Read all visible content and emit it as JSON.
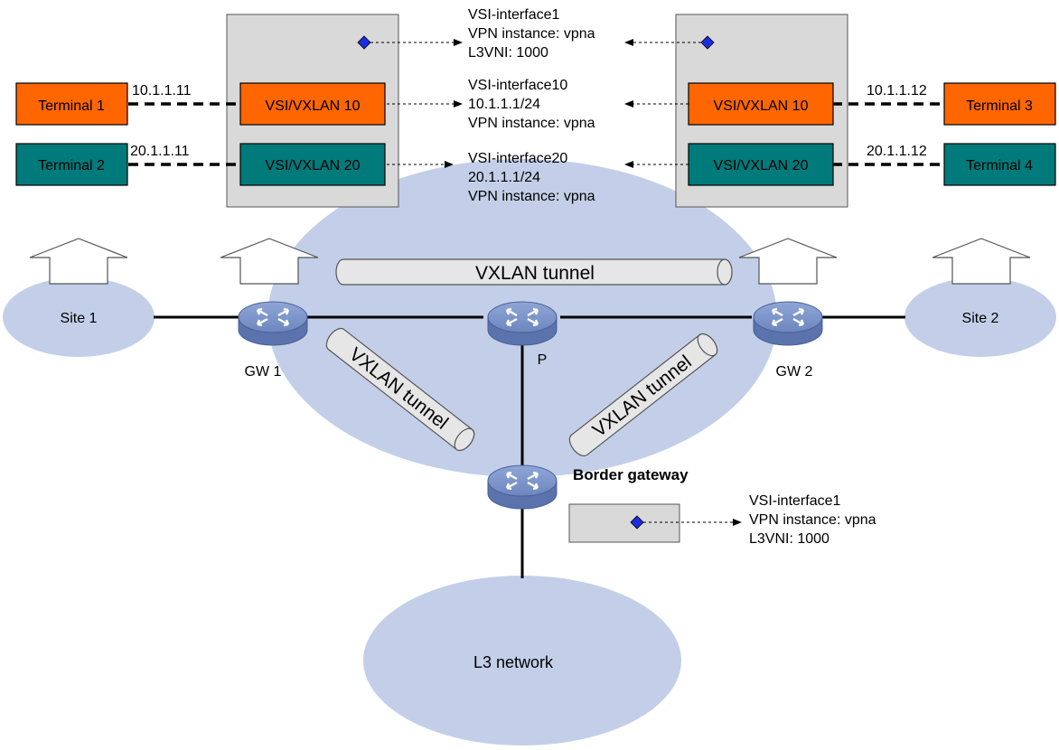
{
  "colors": {
    "cloud": "#c3cfe8",
    "box_gray": "#d9d9d9",
    "orange": "#ff6600",
    "teal": "#007a7a",
    "tunnel": "#e6e6e6",
    "device": "#7f96c8",
    "diamond": "#1a2ee0"
  },
  "terminals": {
    "t1": "Terminal 1",
    "t2": "Terminal 2",
    "t3": "Terminal 3",
    "t4": "Terminal 4"
  },
  "ips": {
    "t1": "10.1.1.11",
    "t2": "20.1.1.11",
    "t3": "10.1.1.12",
    "t4": "20.1.1.12"
  },
  "vsi": {
    "v10": "VSI/VXLAN 10",
    "v20": "VSI/VXLAN 20"
  },
  "interfaces": {
    "if1": [
      "VSI-interface1",
      "VPN instance: vpna",
      "L3VNI: 1000"
    ],
    "if10": [
      "VSI-interface10",
      "10.1.1.1/24",
      "VPN instance: vpna"
    ],
    "if20": [
      "VSI-interface20",
      "20.1.1.1/24",
      "VPN instance: vpna"
    ],
    "border_if1": [
      "VSI-interface1",
      "VPN instance: vpna",
      "L3VNI: 1000"
    ]
  },
  "sites": {
    "s1": "Site 1",
    "s2": "Site 2"
  },
  "devices": {
    "gw1": "GW 1",
    "p": "P",
    "gw2": "GW 2",
    "border": "Border gateway"
  },
  "tunnel_label": "VXLAN tunnel",
  "l3_network": "L3 network"
}
